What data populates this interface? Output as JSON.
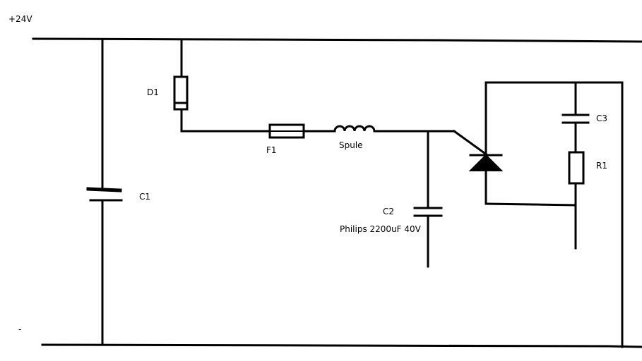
{
  "supply": {
    "positive": "+24V",
    "negative": "-"
  },
  "components": {
    "d1": "D1",
    "c1": "C1",
    "f1": "F1",
    "spule": "Spule",
    "c2": "C2",
    "c2_note": "Philips 2200uF 40V",
    "c3": "C3",
    "r1": "R1"
  }
}
